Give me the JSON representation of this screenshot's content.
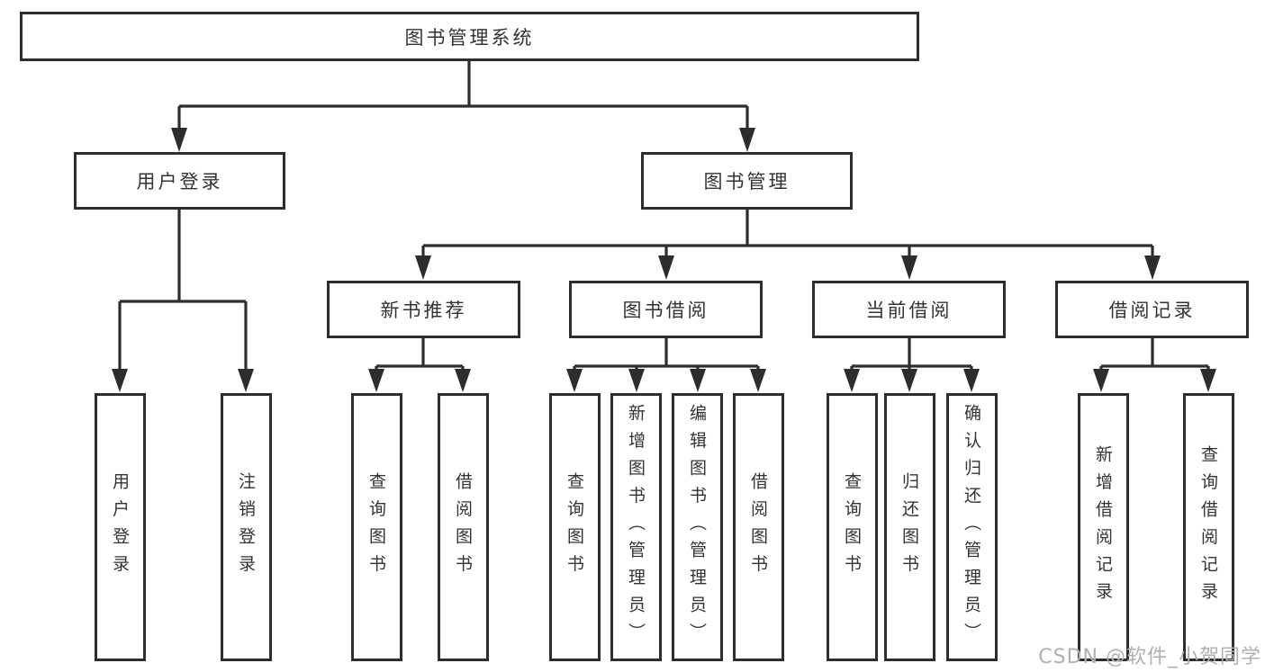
{
  "diagram": {
    "type": "hierarchy-tree",
    "root": {
      "label": "图书管理系统",
      "children": [
        {
          "label": "用户登录",
          "children": [
            {
              "label": "用户登录"
            },
            {
              "label": "注销登录"
            }
          ]
        },
        {
          "label": "图书管理",
          "children": [
            {
              "label": "新书推荐",
              "children": [
                {
                  "label": "查询图书"
                },
                {
                  "label": "借阅图书"
                }
              ]
            },
            {
              "label": "图书借阅",
              "children": [
                {
                  "label": "查询图书"
                },
                {
                  "label": "新增图书（管理员）"
                },
                {
                  "label": "编辑图书（管理员）"
                },
                {
                  "label": "借阅图书"
                }
              ]
            },
            {
              "label": "当前借阅",
              "children": [
                {
                  "label": "查询图书"
                },
                {
                  "label": "归还图书"
                },
                {
                  "label": "确认归还（管理员）"
                }
              ]
            },
            {
              "label": "借阅记录",
              "children": [
                {
                  "label": "新增借阅记录"
                },
                {
                  "label": "查询借阅记录"
                }
              ]
            }
          ]
        }
      ]
    }
  },
  "watermark": {
    "text": "CSDN @软件_小贺同学"
  },
  "colors": {
    "line": "#2d2d2d",
    "text": "#333333",
    "background": "#ffffff",
    "watermark": "#b0b0b0"
  }
}
